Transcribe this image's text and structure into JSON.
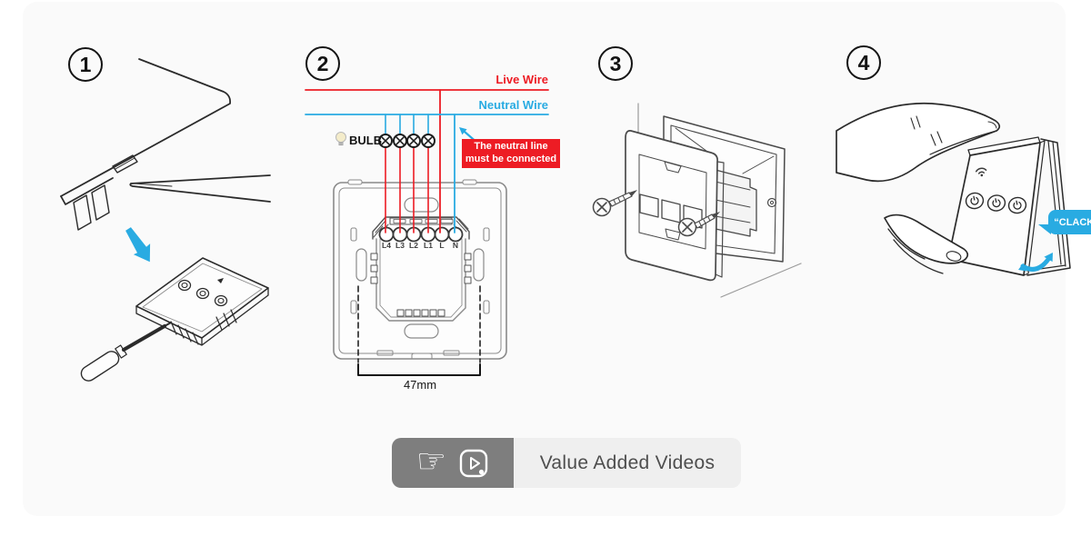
{
  "colors": {
    "red": "#ed1c24",
    "blue": "#29abe2",
    "line_art": "#2b2b2b",
    "gray_line": "#8a8a8a",
    "banner_dark": "#7e7e7e",
    "banner_light": "#efefef",
    "card_bg": "#fafafa"
  },
  "steps": [
    {
      "number": "1"
    },
    {
      "number": "2"
    },
    {
      "number": "3"
    },
    {
      "number": "4"
    }
  ],
  "wiring": {
    "live_label": "Live Wire",
    "neutral_label": "Neutral Wire",
    "bulb_label": "BULB",
    "warning_line1": "The neutral line",
    "warning_line2": "must be connected",
    "terminals": [
      "L4",
      "L3",
      "L2",
      "L1",
      "L",
      "N"
    ],
    "dimension_label": "47mm"
  },
  "step4": {
    "sound_label": "“CLACK”"
  },
  "banner": {
    "label": "Value Added Videos",
    "icons": [
      "pointing-hand-icon",
      "play-video-icon"
    ]
  },
  "icons": {
    "pointing_hand": "☞"
  }
}
